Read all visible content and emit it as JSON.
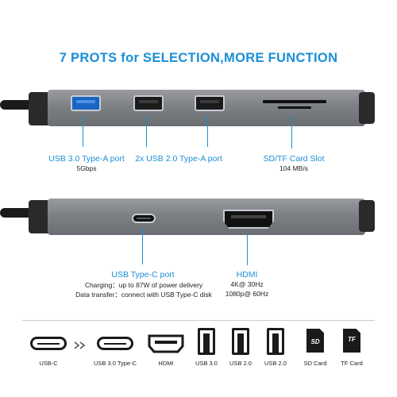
{
  "title": "7 PROTS for SELECTION,MORE FUNCTION",
  "top_hub": {
    "label_usb3": "USB 3.0 Type-A port",
    "label_usb3_speed": "5Gbps",
    "label_usb2": "2x USB 2.0 Type-A port",
    "label_card": "SD/TF Card Slot",
    "label_card_speed": "104 MB/s"
  },
  "bottom_hub": {
    "label_usbc": "USB Type-C port",
    "usbc_line1": "Charging：up to 87W of power delivery",
    "usbc_line2": "Data transfer：connect with USB Type-C disk",
    "label_hdmi": "HDMI",
    "hdmi_line1": "4K@ 30Hz",
    "hdmi_line2": "1080p@ 60Hz"
  },
  "icons": {
    "usbc": "USB-C",
    "usb30_typec": "USB 3.0 Type-C",
    "hdmi": "HDMI",
    "usb30": "USB 3.0",
    "usb20_a": "USB 2.0",
    "usb20_b": "USB 2.0",
    "sd_card": "SD Card",
    "tf_card": "TF Card",
    "sd_glyph": "SD",
    "tf_glyph": "TF"
  },
  "colors": {
    "accent": "#1a8fd6",
    "usb3_blue": "#1a64c4",
    "hub_gray": "#7d8085"
  }
}
